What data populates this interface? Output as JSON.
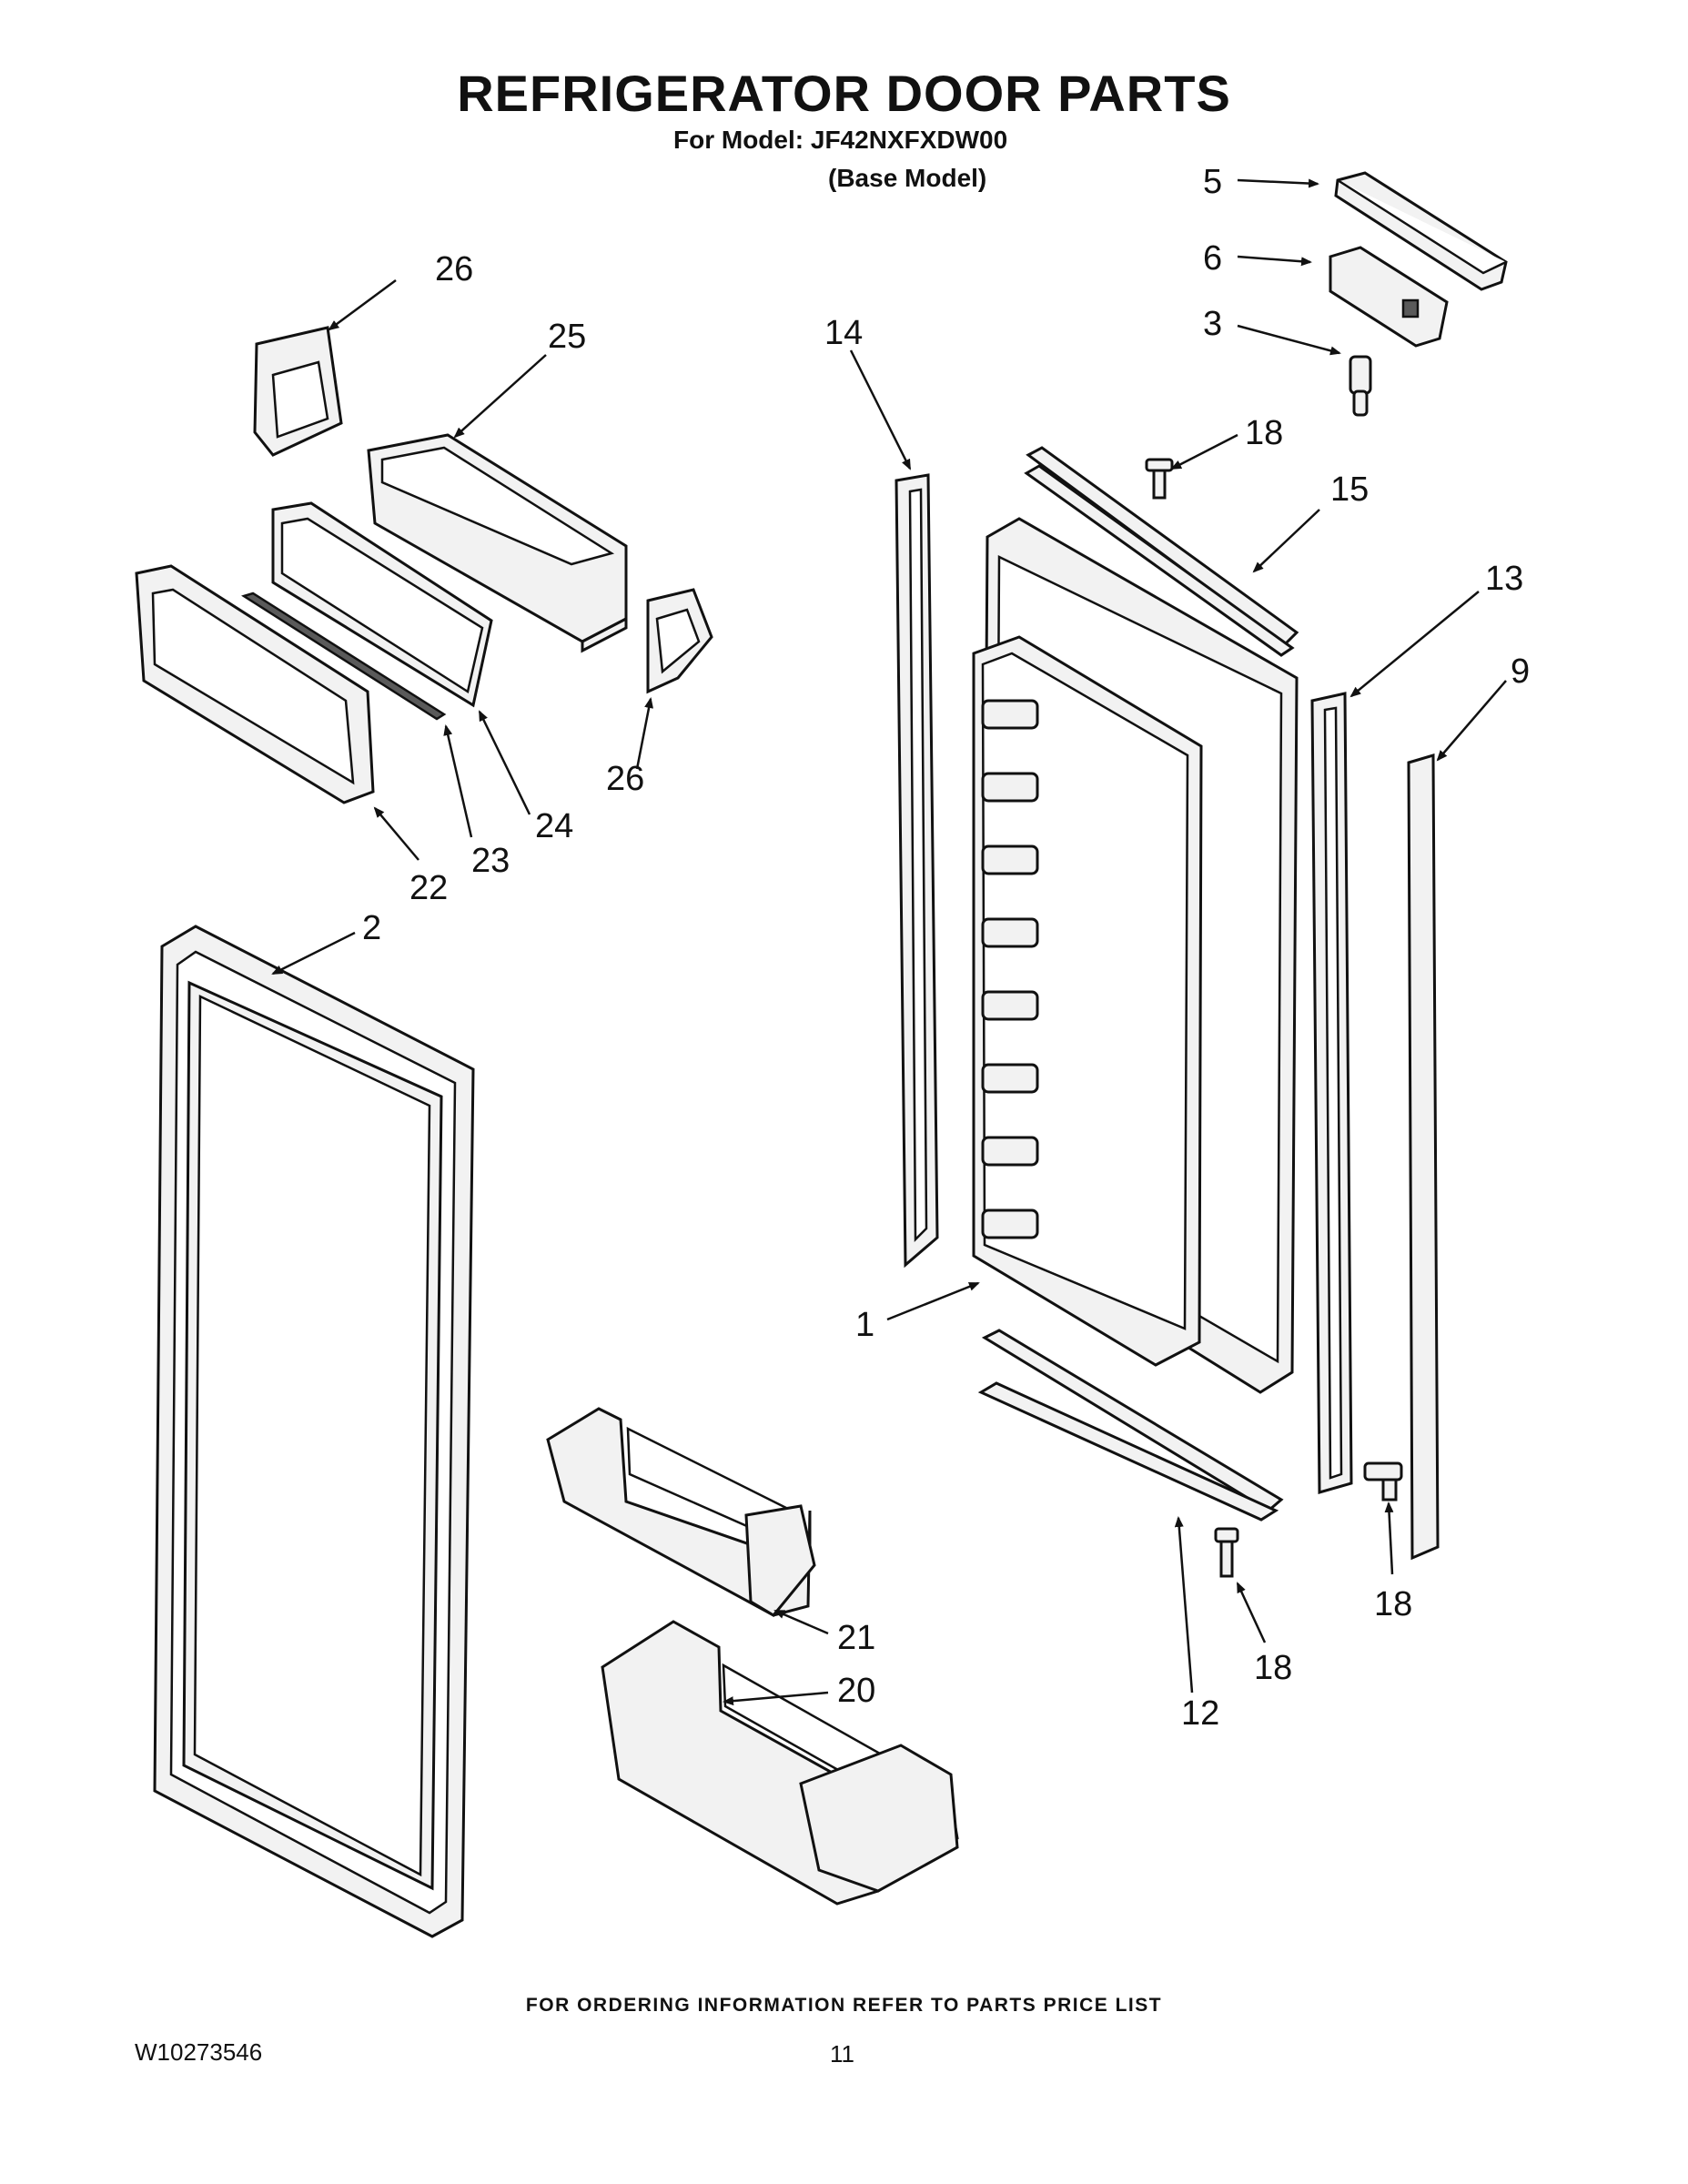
{
  "header": {
    "title": "REFRIGERATOR DOOR PARTS",
    "model_line": "For Model: JF42NXFXDW00",
    "base_model": "(Base Model)"
  },
  "footer": {
    "ordering_note": "FOR ORDERING INFORMATION REFER TO PARTS PRICE LIST",
    "doc_number": "W10273546",
    "page_number": "11"
  },
  "callouts": {
    "c1": "1",
    "c2": "2",
    "c3": "3",
    "c5": "5",
    "c6": "6",
    "c9": "9",
    "c12": "12",
    "c13": "13",
    "c14": "14",
    "c15": "15",
    "c18a": "18",
    "c18b": "18",
    "c18c": "18",
    "c20": "20",
    "c21": "21",
    "c22": "22",
    "c23": "23",
    "c24": "24",
    "c25": "25",
    "c26a": "26",
    "c26b": "26"
  },
  "colors": {
    "line": "#111111",
    "fill": "#f2f2f2",
    "background": "#ffffff"
  }
}
